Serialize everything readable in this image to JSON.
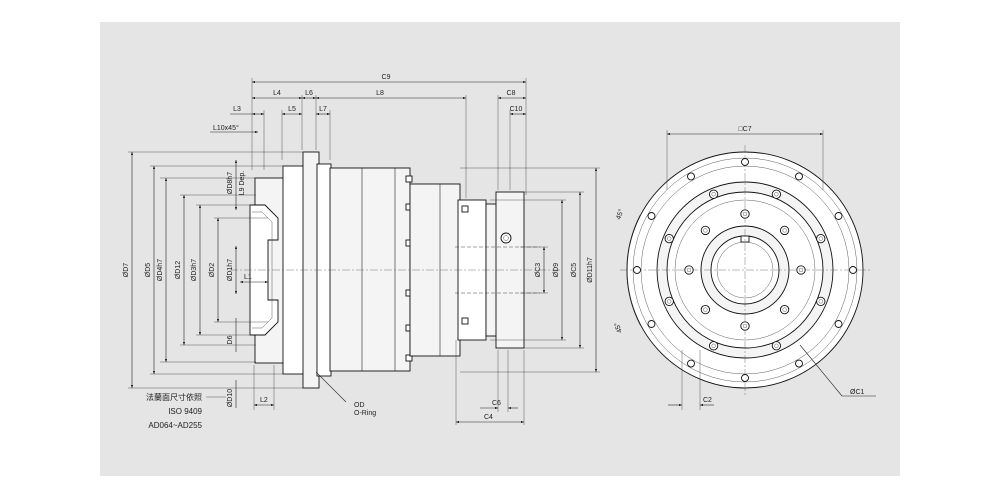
{
  "top_dims": {
    "c9": "C9",
    "l4": "L4",
    "l6": "L6",
    "l8": "L8",
    "c8": "C8",
    "l3": "L3",
    "l5": "L5",
    "l7": "L7",
    "c10": "C10",
    "l10": "L10x45°"
  },
  "left_dims": {
    "d7": "ØD7",
    "d5": "ØD5",
    "d4": "ØD4h7",
    "d12": "ØD12",
    "d3": "ØD3h7",
    "d2": "ØD2",
    "d8": "ØD8h7",
    "l9": "L9 Dep.",
    "d1": "ØD1h7",
    "l1": "L1",
    "d6": "D6",
    "d10": "ØD10"
  },
  "right_dims": {
    "c3": "ØC3",
    "d9": "ØD9",
    "c5": "ØC5",
    "d11": "ØD11h7"
  },
  "bottom_dims": {
    "l2": "L2",
    "c6": "C6",
    "c4": "C4",
    "c2": "C2",
    "c1": "ØC1",
    "c7": "□C7"
  },
  "callouts": {
    "od": "OD",
    "oring": "O-Ring",
    "angle_top": "45°",
    "angle_bottom": "45°"
  },
  "notes": {
    "flange_cn": "法蘭面尺寸依照",
    "iso": "ISO 9409",
    "range": "AD064~AD255"
  }
}
